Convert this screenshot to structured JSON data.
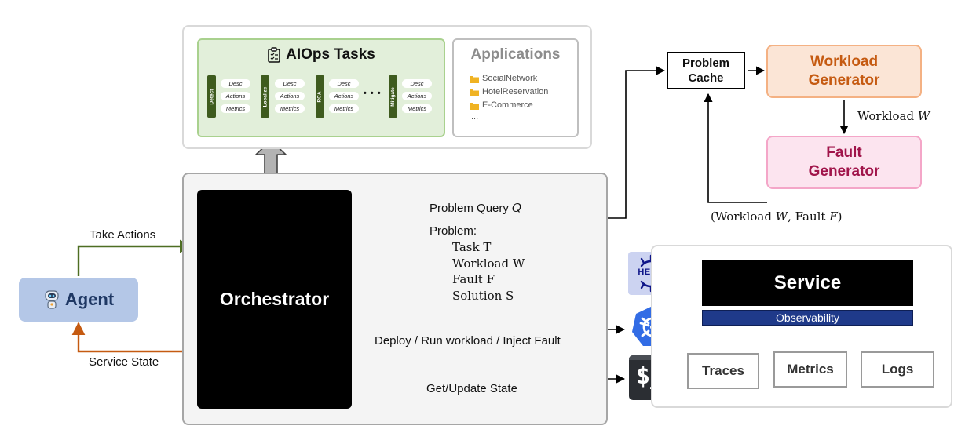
{
  "aiops": {
    "title": "AIOps Tasks",
    "tasks": [
      {
        "name": "Detect",
        "items": [
          "Desc",
          "Actions",
          "Metrics"
        ]
      },
      {
        "name": "Localize",
        "items": [
          "Desc",
          "Actions",
          "Metrics"
        ]
      },
      {
        "name": "RCA",
        "items": [
          "Desc",
          "Actions",
          "Metrics"
        ]
      },
      {
        "name": "Mitigate",
        "items": [
          "Desc",
          "Actions",
          "Metrics"
        ]
      }
    ],
    "ellipsis": "• • •"
  },
  "applications": {
    "title": "Applications",
    "items": [
      "SocialNetwork",
      "HotelReservation",
      "E-Commerce"
    ],
    "more": "..."
  },
  "problem_cache": "Problem Cache",
  "workload_generator": "Workload Generator",
  "fault_generator": "Fault Generator",
  "workload_label": "Workload 𝑊",
  "cache_feedback_label": "(Workload 𝑊, Fault 𝐹)",
  "orchestrator": "Orchestrator",
  "agent": "Agent",
  "take_actions": "Take Actions",
  "service_state": "Service State",
  "problem_query": "Problem Query 𝑄",
  "problem": {
    "heading": "Problem:",
    "lines": [
      "Task T",
      "Workload W",
      "Fault F",
      "Solution S"
    ]
  },
  "deploy_label": "Deploy / Run workload / Inject Fault",
  "state_label": "Get/Update State",
  "helm_label": "HELM",
  "terminal_label": "$_",
  "service": "Service",
  "observability": "Observability",
  "observability_items": [
    "Traces",
    "Metrics",
    "Logs"
  ],
  "colors": {
    "aiops_bg": "#e2efda",
    "aiops_border": "#a9d18e",
    "task_bar": "#3e5b1e",
    "workload_bg": "#fbe5d6",
    "workload_border": "#f4b183",
    "workload_text": "#c55a11",
    "fault_bg": "#fce4ef",
    "fault_border": "#f4a6c8",
    "fault_text": "#a0144a",
    "agent_bg": "#b4c7e7",
    "agent_text": "#1f3864",
    "green_arrow": "#4e6e23",
    "orange_arrow": "#c55a11",
    "observability_bar": "#1f3a8a",
    "k8s_blue": "#326ce5"
  }
}
